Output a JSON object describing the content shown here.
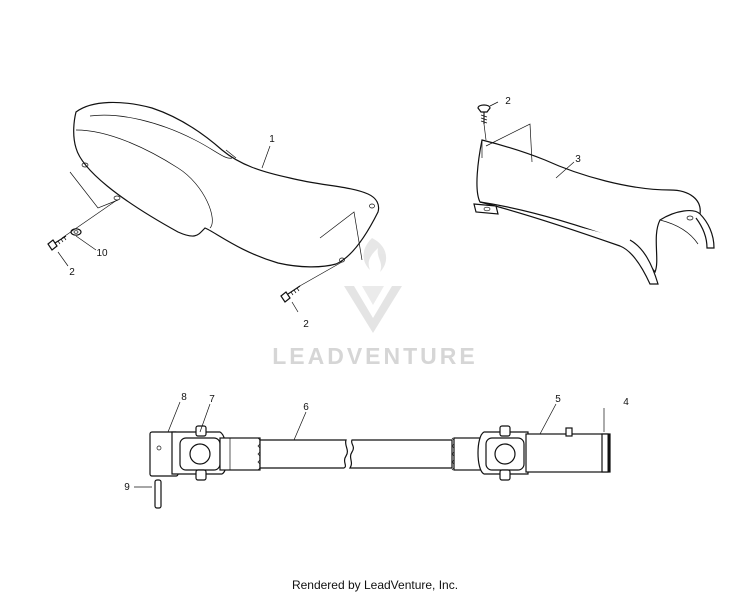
{
  "watermark": {
    "brand": "LEADVENTURE"
  },
  "callouts": {
    "c1": "1",
    "c2a": "2",
    "c2b": "2",
    "c2c": "2",
    "c3": "3",
    "c4": "4",
    "c5": "5",
    "c6": "6",
    "c7": "7",
    "c8": "8",
    "c9": "9",
    "c10": "10"
  },
  "footer": {
    "text": "Rendered by LeadVenture, Inc."
  }
}
